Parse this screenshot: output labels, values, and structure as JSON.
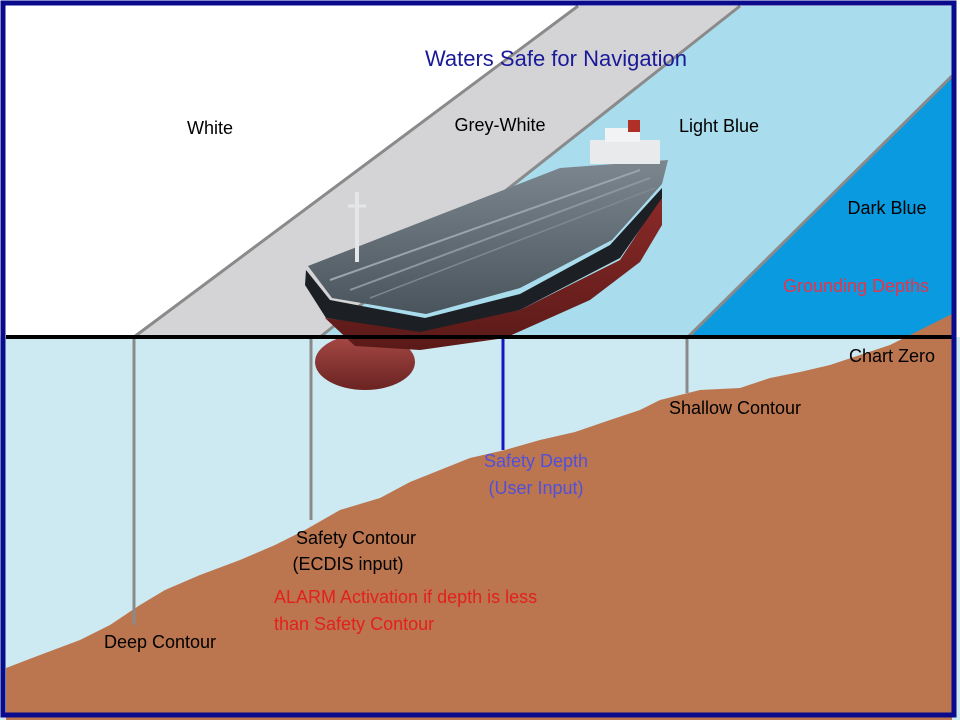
{
  "title": "Waters Safe for Navigation",
  "zones": {
    "white": "White",
    "grey_white": "Grey-White",
    "light_blue": "Light Blue",
    "dark_blue": "Dark Blue"
  },
  "grounding_label": "Grounding Depths",
  "chart_zero_label": "Chart Zero",
  "shallow_contour_label": "Shallow Contour",
  "safety_depth": {
    "line1": "Safety Depth",
    "line2": "(User Input)"
  },
  "safety_contour": {
    "line1": "Safety Contour",
    "line2": "(ECDIS input)"
  },
  "alarm": {
    "line1": "ALARM Activation if depth is less",
    "line2": "than Safety Contour"
  },
  "deep_contour_label": "Deep Contour",
  "colors": {
    "white_zone": "#ffffff",
    "grey_white_zone": "#d4d4d6",
    "light_blue_zone": "#a9dcec",
    "dark_blue_zone": "#0a9ae0",
    "underwater": "#cdeaf2",
    "seabed": "#bb7650",
    "title": "#1a1a99",
    "alarm_text": "#e3201b",
    "grounding_text": "#e8334a",
    "safety_depth": "#1616c0",
    "frame": "#0a0a8c"
  }
}
